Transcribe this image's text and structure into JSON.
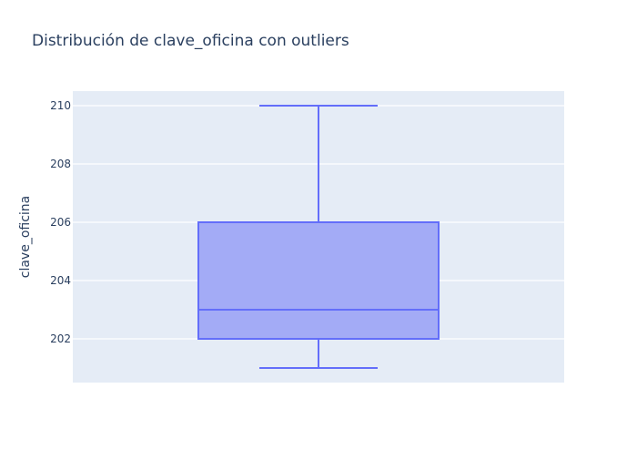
{
  "chart_data": {
    "type": "box",
    "title": "Distribución de clave_oficina con outliers",
    "xlabel": "",
    "ylabel": "clave_oficina",
    "ylim": [
      200.5,
      210.5
    ],
    "yticks": [
      202,
      204,
      206,
      208,
      210
    ],
    "grid": true,
    "legend": "none",
    "box": {
      "min": 201,
      "q1": 202,
      "median": 203,
      "q3": 206,
      "max": 210
    },
    "colors": {
      "plot_bg": "#e5ecf6",
      "grid": "#ffffff",
      "box_fill": "#a3abf6",
      "box_line": "#636efa",
      "text": "#2a3f5f"
    }
  }
}
